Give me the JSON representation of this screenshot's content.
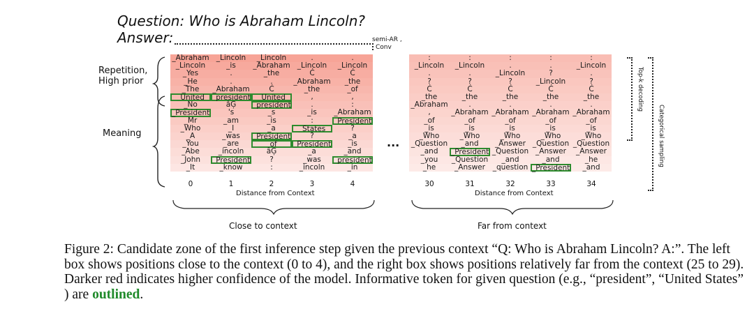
{
  "question": "Question: Who is Abraham Lincoln?",
  "answer_label": "Answer:",
  "semi_ar_label": "semi-AR ,",
  "conv_label": "Conv",
  "rep_label_1": "Repetition,",
  "rep_label_2": "High prior",
  "meaning_label": "Meaning",
  "ellipsis": "...",
  "left_xlabel": "Distance from Context",
  "right_xlabel": "Distance from Context",
  "close_label": "Close to context",
  "far_label": "Far from context",
  "topk_label": "Top-k decoding",
  "categorical_label": "Categorical sampling",
  "caption": {
    "p1": "Figure 2: Candidate zone of the first inference step given the previous context “Q: Who is Abraham Lincoln? A:”. The left box shows positions close to the context (0 to 4), and the right box shows positions relatively far from the context (25 to 29). Darker red indicates higher confidence of the model. Informative token for given question (e.g., “president”, “United States” ) are ",
    "outlined": "outlined",
    "p2": "."
  },
  "chart_data": [
    {
      "type": "heatmap",
      "title": "",
      "xlabel": "Distance from Context",
      "x": [
        "0",
        "1",
        "2",
        "3",
        "4"
      ],
      "columns": [
        [
          "_Abraham",
          "_Lincoln",
          "_Yes",
          "_He",
          "_The",
          "_United",
          "_No",
          "_President",
          "_Mr",
          "_Who",
          "_A",
          "_You",
          "_Abe",
          "_John",
          "_It"
        ],
        [
          "_Lincoln",
          "_is",
          ".",
          ".",
          "_Abraham",
          "_president",
          "âĢ",
          "'s",
          "_am",
          "_I",
          "_was",
          "_are",
          "_incoln",
          "_President",
          "_know"
        ],
        [
          "_Lincoln",
          "_Abraham",
          "_the",
          ".",
          "Ċ",
          "_United",
          "_president",
          "_s",
          "_is",
          "_a",
          "_President",
          "_of",
          "âĢ",
          "?",
          ":"
        ],
        [
          ".",
          "_Lincoln",
          "Ċ",
          "_Abraham",
          "_the",
          ",",
          ".",
          "_is",
          ":",
          "_States",
          "?",
          "_President",
          "_a",
          "_was",
          "_incoln"
        ],
        [
          ".",
          "_Lincoln",
          "Ċ",
          "_the",
          "_of",
          ",",
          ":",
          "_Abraham",
          "_President",
          "?",
          "_a",
          "_is",
          "_and",
          "_president",
          "_in"
        ]
      ],
      "outlined": [
        [
          "0",
          "_United"
        ],
        [
          "0",
          "_President"
        ],
        [
          "1",
          "_president"
        ],
        [
          "1",
          "_President"
        ],
        [
          "2",
          "_United"
        ],
        [
          "2",
          "_president"
        ],
        [
          "2",
          "_President"
        ],
        [
          "2",
          "_of"
        ],
        [
          "3",
          "_States"
        ],
        [
          "3",
          "_President"
        ],
        [
          "4",
          "_President"
        ],
        [
          "4",
          "_president"
        ]
      ]
    },
    {
      "type": "heatmap",
      "title": "",
      "xlabel": "Distance from Context",
      "x": [
        "30",
        "31",
        "32",
        "33",
        "34"
      ],
      "columns": [
        [
          ":",
          "_Lincoln",
          ".",
          "?",
          "Ċ",
          "_the",
          "_Abraham",
          ",",
          "_of",
          "_is",
          "_Who",
          "_Question",
          "_and",
          "_you",
          "_he"
        ],
        [
          ":",
          "_Lincoln",
          ".",
          "?",
          "Ċ",
          "_the",
          ".",
          "_Abraham",
          "_of",
          "_is",
          "_Who",
          "_and",
          "_President",
          "_Question",
          "_Answer"
        ],
        [
          ":",
          ".",
          "_Lincoln",
          "?",
          "Ċ",
          "_the",
          ".",
          "_Abraham",
          "_of",
          "_is",
          "_Who",
          "_Answer",
          "_Question",
          "_and",
          "_question"
        ],
        [
          ":",
          ".",
          "?",
          "_Lincoln",
          "Ċ",
          "_the",
          ".",
          "_Abraham",
          "_of",
          "_is",
          "_Who",
          "_Question",
          "_Answer",
          "_and",
          "_President"
        ],
        [
          ":",
          "_Lincoln",
          ".",
          "?",
          "Ċ",
          "_the",
          ".",
          "_Abraham",
          "_of",
          "_is",
          "_Who",
          "_Question",
          "_Answer",
          "_he",
          "_and"
        ]
      ],
      "outlined": [
        [
          "31",
          "_President"
        ],
        [
          "33",
          "_President"
        ]
      ]
    }
  ]
}
